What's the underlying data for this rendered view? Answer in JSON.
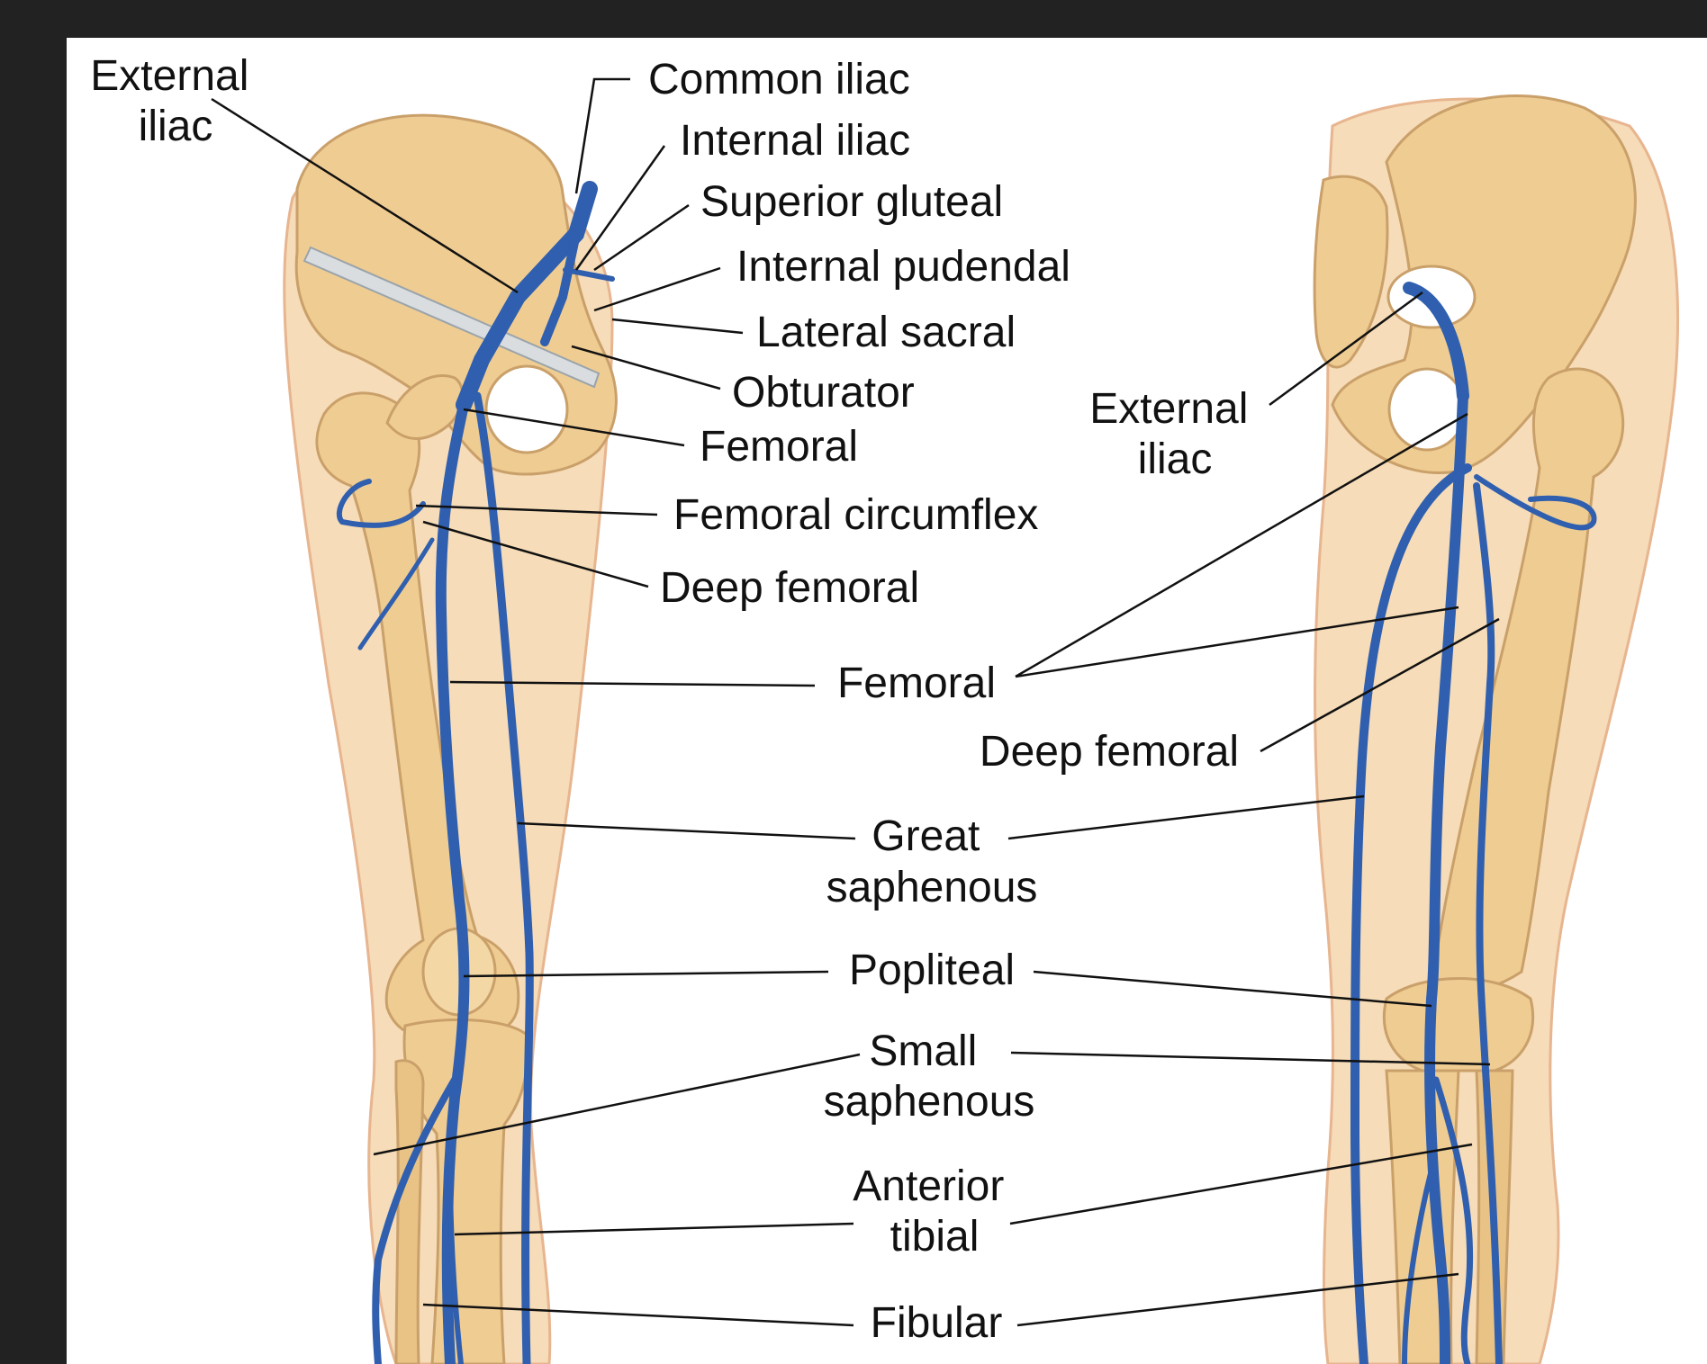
{
  "colors": {
    "frame": "#222222",
    "panel": "#ffffff",
    "skin": "#f6dcb8",
    "bone": "#efcc92",
    "vein": "#2f5fae",
    "leader": "#111111"
  },
  "labels": {
    "external_iliac_left": [
      "External",
      "iliac"
    ],
    "common_iliac": "Common iliac",
    "internal_iliac": "Internal iliac",
    "superior_gluteal": "Superior gluteal",
    "internal_pudendal": "Internal pudendal",
    "lateral_sacral": "Lateral sacral",
    "obturator": "Obturator",
    "femoral_upper": "Femoral",
    "femoral_circumflex": "Femoral circumflex",
    "deep_femoral_left": "Deep femoral",
    "external_iliac_right": [
      "External",
      "iliac"
    ],
    "femoral_mid": "Femoral",
    "deep_femoral_right": "Deep femoral",
    "great_saphenous": [
      "Great",
      "saphenous"
    ],
    "popliteal": "Popliteal",
    "small_saphenous": [
      "Small",
      "saphenous"
    ],
    "anterior_tibial": [
      "Anterior",
      "tibial"
    ],
    "fibular": "Fibular"
  }
}
